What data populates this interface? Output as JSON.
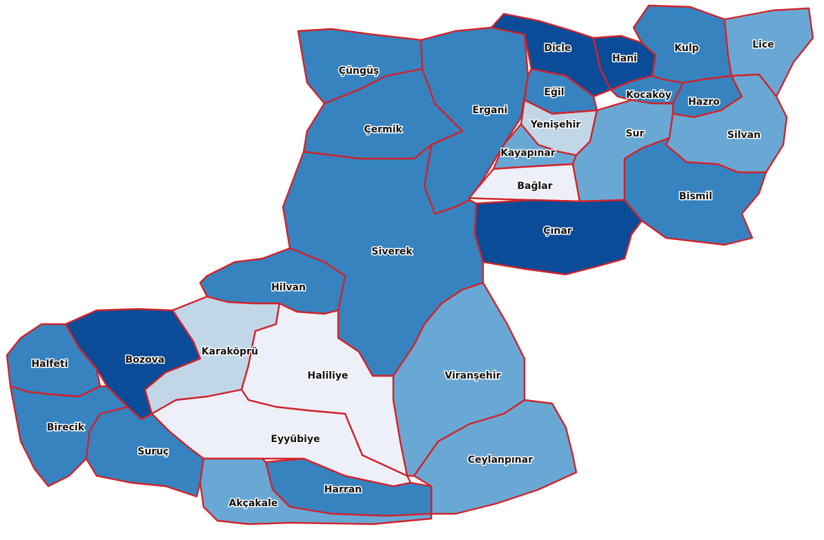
{
  "palette": {
    "class1": "#eef0f9",
    "class2": "#c1d6e7",
    "class3": "#69a8d4",
    "class4": "#3683c0",
    "class5": "#0b4c98",
    "border": "#d1232a",
    "label_halo": "#ffffff"
  },
  "districts": [
    {
      "id": "cungus",
      "label": "Çüngüş",
      "class": 4
    },
    {
      "id": "cermik",
      "label": "Çermik",
      "class": 4
    },
    {
      "id": "ergani",
      "label": "Ergani",
      "class": 4
    },
    {
      "id": "dicle",
      "label": "Dicle",
      "class": 5
    },
    {
      "id": "hani",
      "label": "Hani",
      "class": 5
    },
    {
      "id": "kulp",
      "label": "Kulp",
      "class": 4
    },
    {
      "id": "lice",
      "label": "Lice",
      "class": 3
    },
    {
      "id": "egil",
      "label": "Eğil",
      "class": 4
    },
    {
      "id": "kocakoy",
      "label": "Kocaköy",
      "class": 4
    },
    {
      "id": "hazro",
      "label": "Hazro",
      "class": 4
    },
    {
      "id": "yenisehir",
      "label": "Yenişehir",
      "class": 2
    },
    {
      "id": "kayapinar",
      "label": "Kayapınar",
      "class": 3
    },
    {
      "id": "sur",
      "label": "Sur",
      "class": 3
    },
    {
      "id": "silvan",
      "label": "Silvan",
      "class": 3
    },
    {
      "id": "baglar",
      "label": "Bağlar",
      "class": 1
    },
    {
      "id": "bismil",
      "label": "Bismil",
      "class": 4
    },
    {
      "id": "cinar",
      "label": "Çınar",
      "class": 5
    },
    {
      "id": "siverek",
      "label": "Siverek",
      "class": 4
    },
    {
      "id": "hilvan",
      "label": "Hilvan",
      "class": 4
    },
    {
      "id": "karakopru",
      "label": "Karaköprü",
      "class": 2
    },
    {
      "id": "bozova",
      "label": "Bozova",
      "class": 5
    },
    {
      "id": "halfeti",
      "label": "Halfeti",
      "class": 4
    },
    {
      "id": "haliliye",
      "label": "Haliliye",
      "class": 1
    },
    {
      "id": "viransehir",
      "label": "Viranşehir",
      "class": 3
    },
    {
      "id": "birecik",
      "label": "Birecik",
      "class": 4
    },
    {
      "id": "eyyubiye",
      "label": "Eyyübiye",
      "class": 1
    },
    {
      "id": "suruc",
      "label": "Suruç",
      "class": 4
    },
    {
      "id": "ceylanpinar",
      "label": "Ceylanpınar",
      "class": 3
    },
    {
      "id": "harran",
      "label": "Harran",
      "class": 4
    },
    {
      "id": "akcakale",
      "label": "Akçakale",
      "class": 3
    }
  ]
}
